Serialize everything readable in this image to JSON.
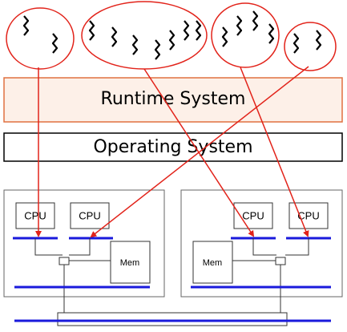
{
  "labels": {
    "runtime_system": "Runtime System",
    "operating_system": "Operating System",
    "cpu": "CPU",
    "mem": "Mem"
  },
  "colors": {
    "red": "#e2231a",
    "runtime_fill": "#fdf0e8",
    "runtime_stroke": "#e07040",
    "blue": "#1a1adc",
    "black": "#000000",
    "gray": "#666666"
  },
  "thread_groups": [
    {
      "threads": 2
    },
    {
      "threads": 7
    },
    {
      "threads": 4
    },
    {
      "threads": 2
    }
  ]
}
